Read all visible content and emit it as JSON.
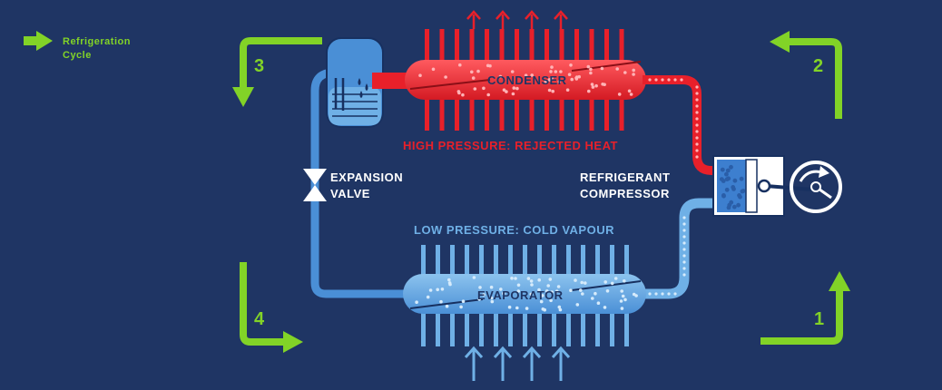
{
  "legend": {
    "line1": "Refrigeration",
    "line2": "Cycle"
  },
  "labels": {
    "condenser": "CONDENSER",
    "evaporator": "EVAPORATOR",
    "high_pressure": "HIGH PRESSURE: REJECTED HEAT",
    "low_pressure": "LOW PRESSURE: COLD VAPOUR",
    "expansion_valve": {
      "line1": "EXPANSION",
      "line2": "VALVE"
    },
    "compressor": {
      "line1": "REFRIGERANT",
      "line2": "COMPRESSOR"
    }
  },
  "steps": [
    "1",
    "2",
    "3",
    "4"
  ],
  "colors": {
    "background": "#1f3564",
    "hot": "#e8202a",
    "cold": "#4a8fd6",
    "cold_light": "#6fb0e6",
    "accent": "#82d327",
    "text": "#ffffff"
  }
}
